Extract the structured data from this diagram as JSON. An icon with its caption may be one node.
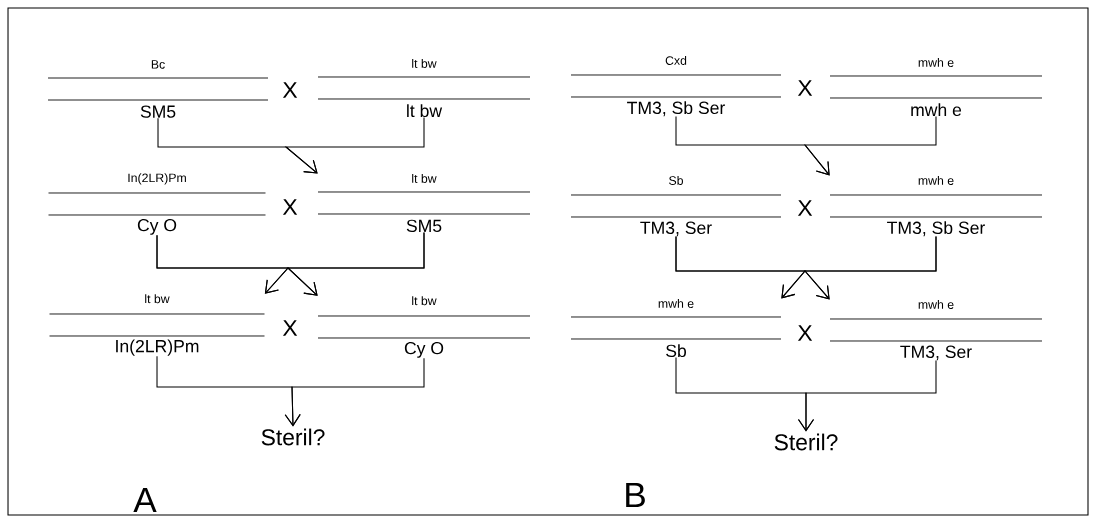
{
  "diagram": {
    "nodes": [
      {
        "text": [
          "Bc",
          "SM5"
        ]
      },
      {
        "text": [
          "lt bw",
          "lt bw"
        ]
      },
      {
        "text": [
          "In(2LR)Pm",
          "Cy O"
        ]
      },
      {
        "text": [
          "lt  bw",
          "SM5"
        ]
      },
      {
        "text": [
          "lt bw",
          "In(2LR)Pm"
        ]
      },
      {
        "text": [
          "lt bw",
          "Cy O"
        ]
      },
      {
        "text": [
          "Steril?"
        ]
      },
      {
        "text": [
          "Cxd",
          "TM3, Sb Ser"
        ]
      },
      {
        "text": [
          "mwh e",
          "mwh e"
        ]
      },
      {
        "text": [
          "Sb",
          "TM3, Ser"
        ]
      },
      {
        "text": [
          "mwh e",
          "TM3, Sb Ser"
        ]
      },
      {
        "text": [
          "mwh e",
          "Sb"
        ]
      },
      {
        "text": [
          "mwh e",
          "TM3, Ser"
        ]
      },
      {
        "text": [
          "Steril?"
        ]
      }
    ],
    "edges": [
      {
        "from": 0,
        "to": 3,
        "arrow": "to"
      },
      {
        "from": 1,
        "to": 3,
        "arrow": "to"
      },
      {
        "from": 2,
        "to": 4,
        "arrow": "to"
      },
      {
        "from": 3,
        "to": 4,
        "arrow": "to"
      },
      {
        "from": 2,
        "to": 5,
        "arrow": "to"
      },
      {
        "from": 3,
        "to": 5,
        "arrow": "to"
      },
      {
        "from": 4,
        "to": 6,
        "arrow": "to"
      },
      {
        "from": 5,
        "to": 6,
        "arrow": "to"
      },
      {
        "from": 7,
        "to": 10,
        "arrow": "to"
      },
      {
        "from": 8,
        "to": 10,
        "arrow": "to"
      },
      {
        "from": 9,
        "to": 11,
        "arrow": "to"
      },
      {
        "from": 10,
        "to": 11,
        "arrow": "to"
      },
      {
        "from": 9,
        "to": 12,
        "arrow": "to"
      },
      {
        "from": 10,
        "to": 12,
        "arrow": "to"
      },
      {
        "from": 11,
        "to": 13,
        "arrow": "to"
      },
      {
        "from": 12,
        "to": 13,
        "arrow": "to"
      }
    ],
    "labels": [
      "X",
      "X",
      "X",
      "A",
      "X",
      "X",
      "X",
      "B"
    ]
  }
}
